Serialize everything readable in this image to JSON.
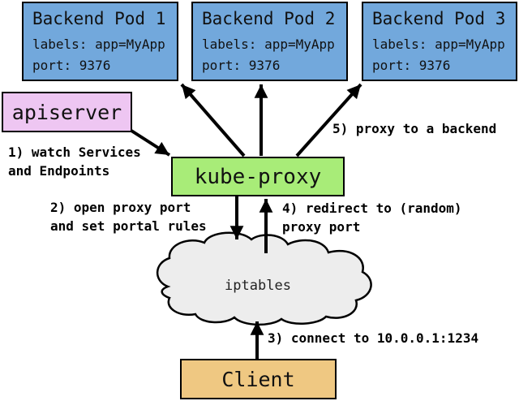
{
  "colors": {
    "background": "#FFFFFF",
    "pod_fill": "#72A8DC",
    "apiserver_fill": "#EEC6F2",
    "kube_proxy_fill": "#A8EC78",
    "client_fill": "#EFC882",
    "cloud_fill": "#EDEDED",
    "line": "#000000"
  },
  "pods": [
    {
      "title": "Backend Pod 1",
      "labels": "labels: app=MyApp",
      "port": "port: 9376"
    },
    {
      "title": "Backend Pod 2",
      "labels": "labels: app=MyApp",
      "port": "port: 9376"
    },
    {
      "title": "Backend Pod 3",
      "labels": "labels: app=MyApp",
      "port": "port: 9376"
    }
  ],
  "nodes": {
    "apiserver": "apiserver",
    "kube_proxy": "kube-proxy",
    "iptables": "iptables",
    "client": "Client"
  },
  "annotations": {
    "step1_line1": "1) watch Services",
    "step1_line2": "and Endpoints",
    "step2_line1": "2) open proxy port",
    "step2_line2": "and set portal rules",
    "step3": "3) connect to 10.0.0.1:1234",
    "step4_line1": "4) redirect to (random)",
    "step4_line2": "proxy port",
    "step5": "5) proxy to a backend"
  }
}
